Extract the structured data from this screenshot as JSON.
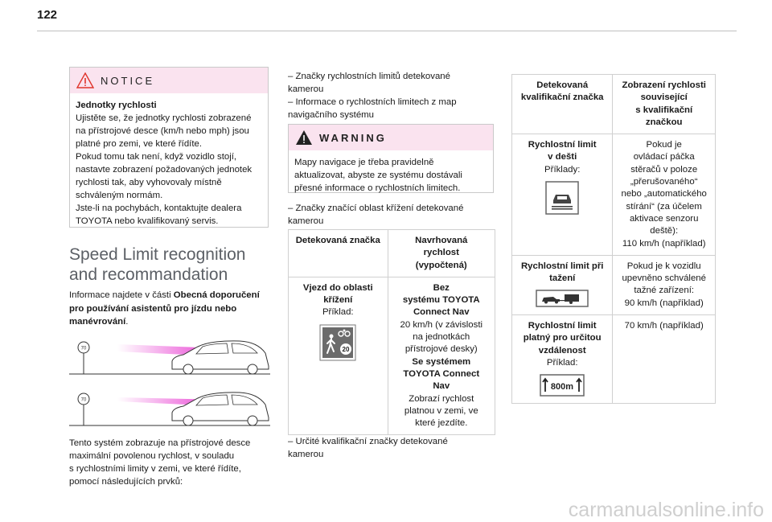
{
  "page_number": "122",
  "notice": {
    "title": "NOTICE",
    "heading": "Jednotky rychlosti",
    "lines": [
      "Ujistěte se, že jednotky rychlosti zobrazené",
      "na přístrojové desce (km/h nebo mph) jsou",
      "platné pro zemi, ve které řídíte.",
      "Pokud tomu tak není, když vozidlo stojí,",
      "nastavte zobrazení požadovaných jednotek",
      "rychlosti tak, aby vyhovovaly místně",
      "schváleným normám.",
      "Jste-li na pochybách, kontaktujte dealera",
      "TOYOTA nebo kvalifikovaný servis."
    ]
  },
  "section": {
    "title_line1": "Speed Limit recognition",
    "title_line2": "and recommandation",
    "intro_prefix": "Informace najdete v části ",
    "intro_bold": "Obecná doporučení pro používání asistentů pro jízdu nebo manévrování",
    "intro_suffix": ".",
    "sign_label": "70",
    "bottom_lines": [
      "Tento systém zobrazuje na přístrojové desce",
      "maximální povolenou rychlost, v souladu",
      "s rychlostními limity v zemi, ve které řídíte,",
      "pomocí následujících prvků:"
    ]
  },
  "col2": {
    "item1_lines": [
      "– Značky rychlostních limitů detekované",
      "kamerou"
    ],
    "item2_lines": [
      "– Informace o rychlostních limitech z map",
      "navigačního systému"
    ],
    "warning": {
      "title": "WARNING",
      "lines": [
        "Mapy navigace je třeba pravidelně",
        "aktualizovat, abyste ze systému dostávali",
        "přesné informace o rychlostních limitech."
      ]
    },
    "item3_lines": [
      "– Značky značící oblast křížení detekované",
      "kamerou"
    ],
    "item4_lines": [
      "– Určité kvalifikační značky detekované",
      "kamerou"
    ]
  },
  "table1": {
    "header_a": "Detekovaná značka",
    "header_b_lines": [
      "Navrhovaná",
      "rychlost",
      "(vypočtená)"
    ],
    "row_a_bold_lines": [
      "Vjezd do oblasti",
      "křížení"
    ],
    "row_a_example": "Příklad:",
    "row_a_sign_number": "20",
    "row_b_bold1_lines": [
      "Bez",
      "systému TOYOTA",
      "Connect Nav"
    ],
    "row_b_text1_lines": [
      "20 km/h (v závislosti",
      "na jednotkách",
      "přístrojové desky)"
    ],
    "row_b_bold2_lines": [
      "Se systémem",
      "TOYOTA Connect",
      "Nav"
    ],
    "row_b_text2_lines": [
      "Zobrazí rychlost",
      "platnou v zemi, ve",
      "které jezdíte."
    ]
  },
  "table2": {
    "header_a_lines": [
      "Detekovaná",
      "kvalifikační značka"
    ],
    "header_b_lines": [
      "Zobrazení rychlosti",
      "související",
      "s kvalifikační",
      "značkou"
    ],
    "rows": [
      {
        "a_bold_lines": [
          "Rychlostní limit",
          "v dešti"
        ],
        "a_example": "Příklady:",
        "b_lines": [
          "Pokud je",
          "ovládací páčka",
          "stěračů v poloze",
          "„přerušovaného“",
          "nebo „automatického",
          "stírání“ (za účelem",
          "aktivace senzoru",
          "deště):",
          "110 km/h (například)"
        ]
      },
      {
        "a_bold_lines": [
          "Rychlostní limit při",
          "tažení"
        ],
        "a_example": "",
        "b_lines": [
          "Pokud je k vozidlu",
          "upevněno schválené",
          "tažné zařízení:",
          "90 km/h (například)"
        ]
      },
      {
        "a_bold_lines": [
          "Rychlostní limit",
          "platný pro určitou",
          "vzdálenost"
        ],
        "a_example": "Příklad:",
        "sign_text": "800m",
        "b_lines": [
          "70 km/h (například)"
        ]
      }
    ]
  },
  "watermark": "carmanualsonline.info",
  "colors": {
    "box_header": "#fae3ef",
    "beam": "#e83fd2",
    "title_gray": "#5c6066"
  }
}
